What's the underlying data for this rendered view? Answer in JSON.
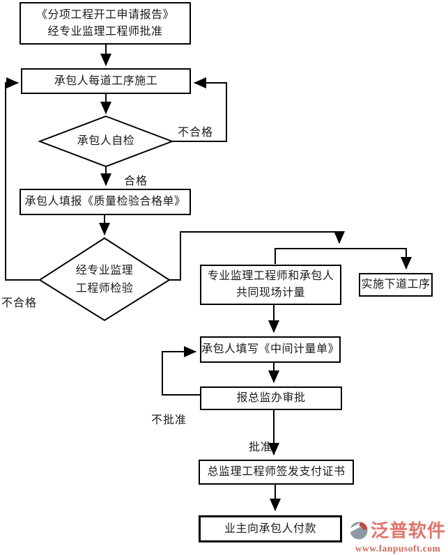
{
  "diagram_type": "flowchart",
  "nodes": {
    "start_report": {
      "line1": "《分项工程开工申请报告》",
      "line2": "经专业监理工程师批准"
    },
    "process_construction": {
      "label": "承包人每道工序施工"
    },
    "self_check": {
      "label": "承包人自检"
    },
    "fill_quality_form": {
      "label": "承包人填报《质量检验合格单》"
    },
    "supervisor_inspect": {
      "line1": "经专业监理",
      "line2": "工程师检验"
    },
    "joint_measure": {
      "line1": "专业监理工程师和承包人",
      "line2": "共同现场计量"
    },
    "next_process": {
      "label": "实施下道工序"
    },
    "fill_measure_form": {
      "label": "承包人填写《中间计量单》"
    },
    "report_approval": {
      "label": "报总监办审批"
    },
    "issue_certificate": {
      "label": "总监理工程师签发支付证书"
    },
    "owner_pay": {
      "label": "业主向承包人付款"
    }
  },
  "edge_labels": {
    "fail_self_check": "不合格",
    "pass_self_check": "合格",
    "fail_inspection": "不合格",
    "not_approved": "不批准",
    "approved": "批准"
  },
  "branding": {
    "logo_text": "泛普软件",
    "website": "www.fanpusoft.com",
    "logo_icon": "fanpu-swoosh-icon"
  },
  "colors": {
    "line": "#000000",
    "node_fill": "#ffffff",
    "text": "#1a1a1a",
    "logo_text": "#e0746a",
    "logo_url": "#cd6a5c",
    "logo_icon_gray": "#8e99a6",
    "logo_icon_red": "#c14b41"
  }
}
